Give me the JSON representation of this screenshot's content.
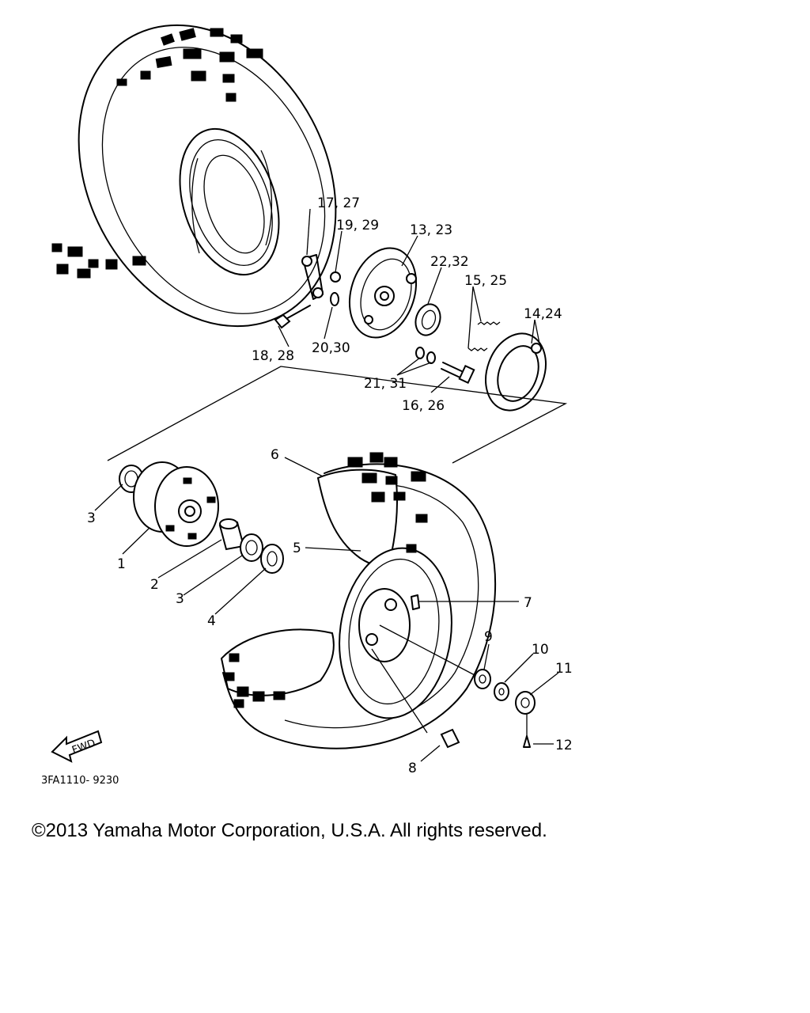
{
  "diagram": {
    "callouts": {
      "c1": "1",
      "c2": "2",
      "c3a": "3",
      "c3b": "3",
      "c4": "4",
      "c5": "5",
      "c6": "6",
      "c7": "7",
      "c8": "8",
      "c9": "9",
      "c10": "10",
      "c11": "11",
      "c12": "12",
      "c13": "13, 23",
      "c14": "14,24",
      "c15": "15, 25",
      "c16": "16, 26",
      "c17": "17, 27",
      "c18": "18, 28",
      "c19": "19, 29",
      "c20": "20,30",
      "c21": "21, 31",
      "c22": "22,32"
    },
    "fwd_label": "FWD",
    "drawing_code": "3FA1110- 9230"
  },
  "footer": {
    "copyright": "©2013 Yamaha Motor Corporation, U.S.A. All rights reserved."
  }
}
